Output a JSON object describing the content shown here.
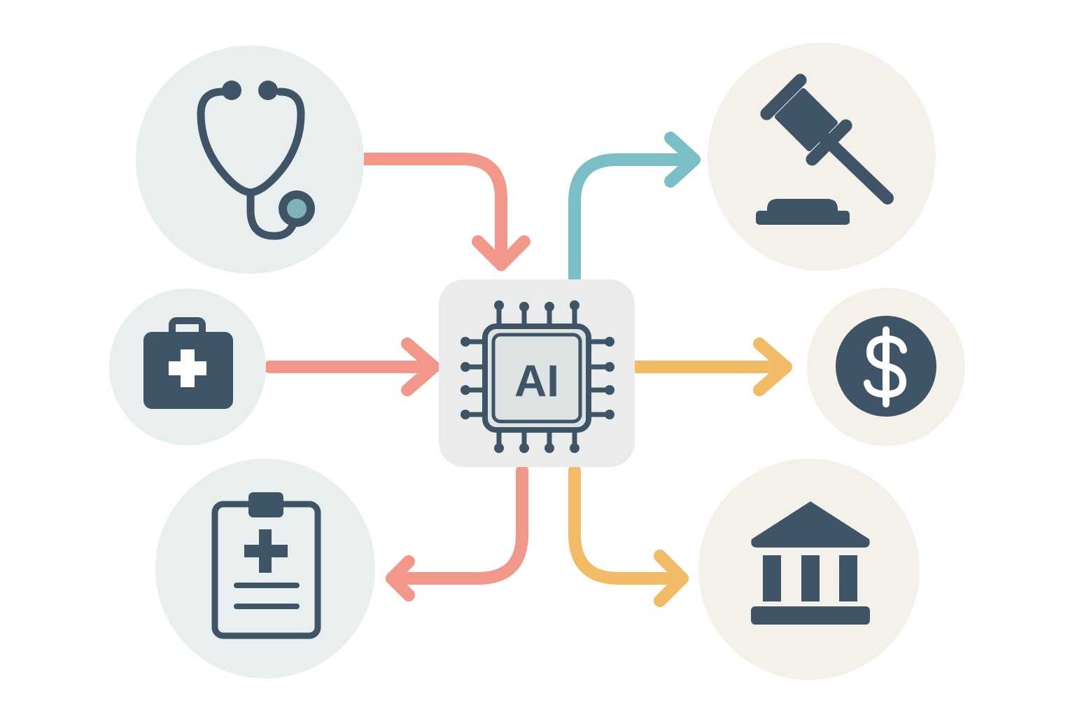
{
  "center": {
    "label": "AI",
    "icon": "ai-chip-icon"
  },
  "nodes": [
    {
      "id": "stethoscope",
      "icon": "stethoscope-icon",
      "side": "left",
      "group": "medical"
    },
    {
      "id": "first-aid-kit",
      "icon": "first-aid-kit-icon",
      "side": "left",
      "group": "medical"
    },
    {
      "id": "medical-clipboard",
      "icon": "medical-clipboard-icon",
      "side": "left",
      "group": "medical"
    },
    {
      "id": "gavel",
      "icon": "gavel-icon",
      "side": "right",
      "group": "legal-finance"
    },
    {
      "id": "dollar",
      "icon": "dollar-coin-icon",
      "side": "right",
      "group": "legal-finance"
    },
    {
      "id": "bank",
      "icon": "bank-building-icon",
      "side": "right",
      "group": "legal-finance"
    }
  ],
  "connections": [
    {
      "from": "stethoscope",
      "to": "center",
      "color": "#F2988A"
    },
    {
      "from": "first-aid-kit",
      "to": "center",
      "color": "#F2988A"
    },
    {
      "from": "center",
      "to": "medical-clipboard",
      "color": "#F2988A"
    },
    {
      "from": "center",
      "to": "gavel",
      "color": "#7CBEC6"
    },
    {
      "from": "center",
      "to": "dollar",
      "color": "#F2BC66"
    },
    {
      "from": "center",
      "to": "bank",
      "color": "#F2BC66"
    }
  ],
  "colors": {
    "icon_dark": "#3F5466",
    "medical_bg": "#E9EFEF",
    "legal_finance_bg": "#F4F1EA",
    "chip_bg": "#E9ECEB",
    "chip_inner": "#DEE3E3",
    "stethoscope_accent": "#7FB3B5",
    "arrow_coral": "#F2988A",
    "arrow_teal": "#7CBEC6",
    "arrow_yellow": "#F2BC66"
  }
}
